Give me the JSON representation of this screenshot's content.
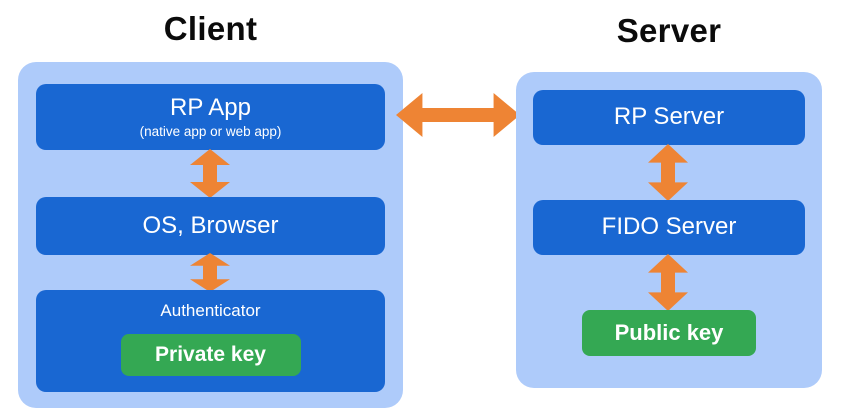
{
  "client": {
    "title": "Client",
    "rp_app": {
      "label": "RP App",
      "sublabel": "(native app or web app)"
    },
    "os_browser": {
      "label": "OS, Browser"
    },
    "authenticator": {
      "label": "Authenticator",
      "key_label": "Private key"
    }
  },
  "server": {
    "title": "Server",
    "rp_server": {
      "label": "RP Server"
    },
    "fido_server": {
      "label": "FIDO Server"
    },
    "public_key": {
      "label": "Public key"
    }
  },
  "colors": {
    "panel_blue": "#aecbfa",
    "box_blue": "#1967d2",
    "key_green": "#34a853",
    "arrow_orange": "#ee8434",
    "title_black": "#0b0b0b",
    "box_text_white": "#ffffff"
  }
}
